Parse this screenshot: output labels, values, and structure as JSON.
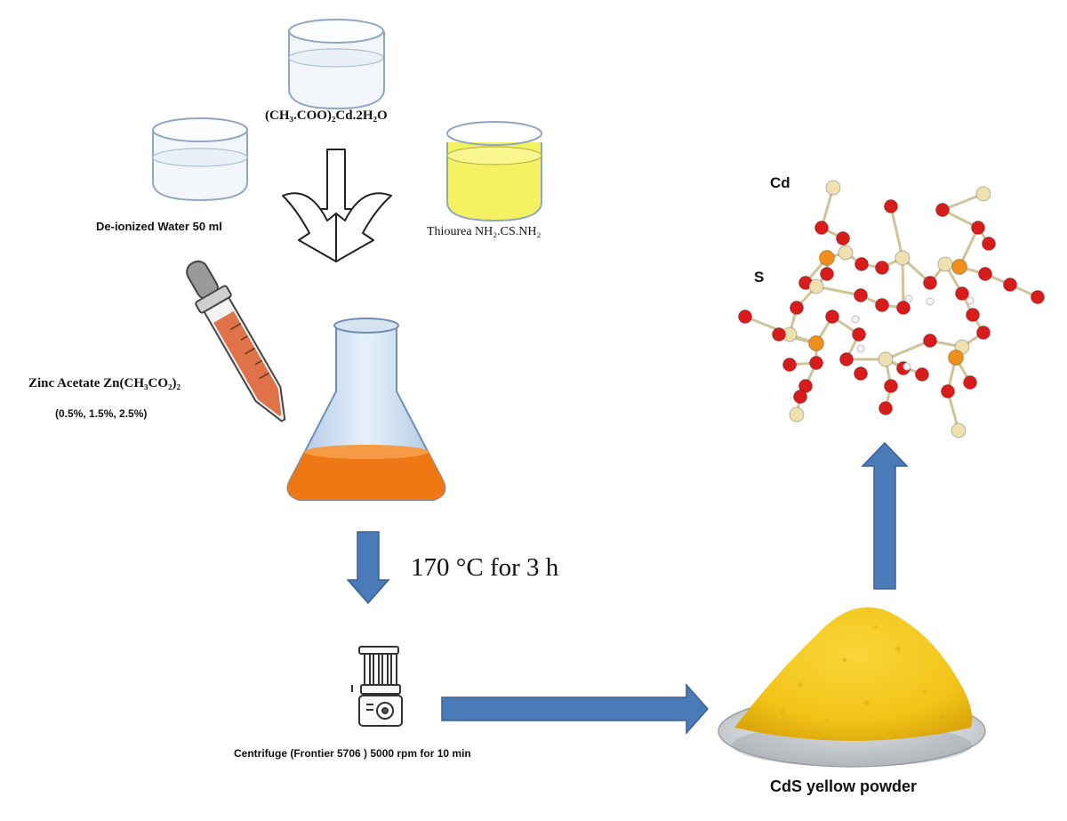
{
  "labels": {
    "cd_acetate": "(CH₃.COO)₂Cd.2H₂O",
    "water": "De-ionized Water  50 ml",
    "thiourea": "Thiourea  NH₂.CS.NH₂",
    "zinc_acetate": "Zinc Acetate Zn(CH₃CO₂)₂",
    "zinc_percent": "(0.5%, 1.5%, 2.5%)",
    "heat": "170 °C for 3 h",
    "centrifuge": "Centrifuge (Frontier 5706 ) 5000 rpm for 10 min",
    "powder": "CdS yellow powder",
    "cd_atom": "Cd",
    "s_atom": "S"
  },
  "colors": {
    "arrow_blue": "#4a7ab8",
    "solution_orange": "#f07814",
    "thiourea_yellow": "#f4f260",
    "powder_yellow": "#f2c418",
    "atom_red": "#d81c1c",
    "atom_orange": "#f0901c",
    "atom_cream": "#efe0b0"
  }
}
